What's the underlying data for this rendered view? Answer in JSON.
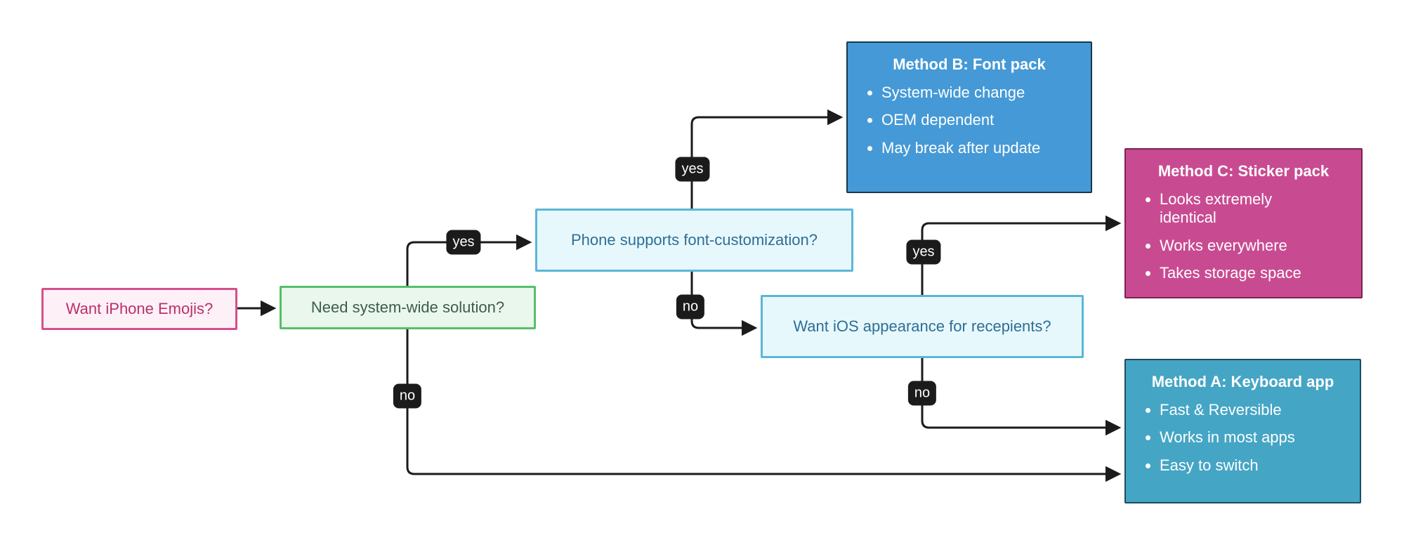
{
  "diagram": {
    "nodes": {
      "start": {
        "label": "Want iPhone Emojis?"
      },
      "need_system_wide": {
        "label": "Need system-wide solution?"
      },
      "font_customization": {
        "label": "Phone supports font-customization?"
      },
      "ios_appearance": {
        "label": "Want iOS appearance for recepients?"
      },
      "method_b": {
        "title": "Method B: Font pack",
        "bullets": [
          "System-wide change",
          "OEM dependent",
          "May break after update"
        ]
      },
      "method_c": {
        "title": "Method C: Sticker pack",
        "bullets": [
          "Looks extremely identical",
          "Works everywhere",
          "Takes storage space"
        ]
      },
      "method_a": {
        "title": "Method A: Keyboard app",
        "bullets": [
          "Fast & Reversible",
          "Works in most apps",
          "Easy to switch"
        ]
      }
    },
    "edge_labels": {
      "system_yes": "yes",
      "system_no": "no",
      "font_yes": "yes",
      "font_no": "no",
      "ios_yes": "yes",
      "ios_no": "no"
    },
    "colors": {
      "start_bg": "#fdf0f7",
      "start_border": "#d4508a",
      "start_text": "#ba3069",
      "question_green_bg": "#e9f7ec",
      "question_green_border": "#54c06a",
      "question_green_text": "#3f5c4b",
      "question_cyan_bg": "#e7f8fc",
      "question_cyan_border": "#5cb6d7",
      "question_cyan_text": "#2e6e96",
      "method_b_bg": "#4599d6",
      "method_b_border": "#17384b",
      "method_c_bg": "#c84b92",
      "method_c_border": "#7b2350",
      "method_a_bg": "#45a5c5",
      "method_a_border": "#1d4c61",
      "edge": "#1b1b1b",
      "edge_label_bg": "#1b1b1b",
      "edge_label_text": "#ffffff"
    }
  }
}
